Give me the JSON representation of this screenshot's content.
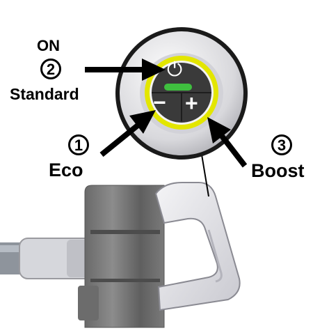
{
  "labels": {
    "on": "ON",
    "standard_number": "2",
    "standard": "Standard",
    "eco_number": "1",
    "eco": "Eco",
    "boost_number": "3",
    "boost": "Boost"
  },
  "buttons": {
    "power_symbol": "⏻",
    "minus_symbol": "−",
    "plus_symbol": "+"
  },
  "colors": {
    "ring_yellow": "#e3e600",
    "indicator_green": "#3fbf3f",
    "button_dark": "#3a3a3a"
  }
}
